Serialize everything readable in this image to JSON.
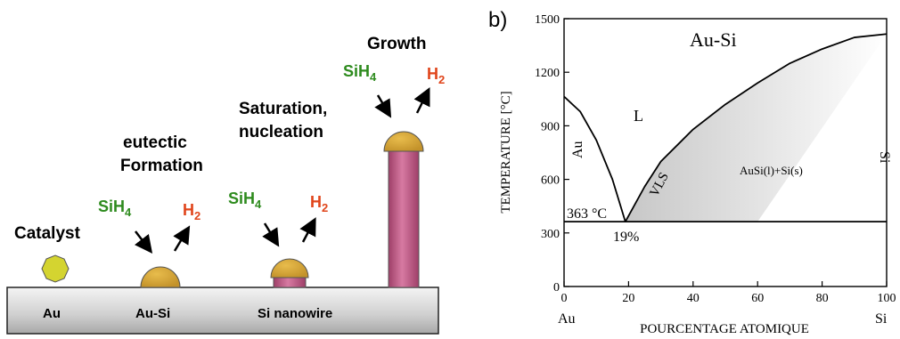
{
  "left": {
    "stage1": {
      "label": "Catalyst",
      "base": "Au"
    },
    "stage2": {
      "label_line1": "eutectic",
      "label_line2": "Formation",
      "base": "Au-Si",
      "gas_in": "SiH",
      "gas_in_sub": "4",
      "gas_out": "H",
      "gas_out_sub": "2"
    },
    "stage3": {
      "label_line1": "Saturation,",
      "label_line2": "nucleation",
      "base": "Si nanowire",
      "gas_in": "SiH",
      "gas_in_sub": "4",
      "gas_out": "H",
      "gas_out_sub": "2"
    },
    "stage4": {
      "label": "Growth",
      "gas_in": "SiH",
      "gas_in_sub": "4",
      "gas_out": "H",
      "gas_out_sub": "2"
    },
    "colors": {
      "gas_in": "#2e8b1e",
      "gas_out": "#e0451b",
      "droplet": "#d4a434",
      "catalyst": "#d4d430",
      "nanowire": "#c9608a"
    }
  },
  "right": {
    "panel_label": "b)",
    "chart_data": {
      "type": "line",
      "title": "Au-Si",
      "xlabel": "POURCENTAGE ATOMIQUE",
      "ylabel": "TEMPERATURE [°C]",
      "xlim": [
        0,
        100
      ],
      "ylim": [
        0,
        1500
      ],
      "xticks": [
        "0",
        "20",
        "40",
        "60",
        "80",
        "100"
      ],
      "yticks": [
        "0",
        "300",
        "600",
        "900",
        "1200",
        "1500"
      ],
      "x_end_labels": {
        "left": "Au",
        "right": "Si"
      },
      "series": [
        {
          "x": [
            0,
            5,
            10,
            15,
            19
          ],
          "y": [
            1064,
            980,
            820,
            600,
            363
          ]
        },
        {
          "x": [
            19,
            25,
            30,
            40,
            50,
            60,
            70,
            80,
            90,
            100
          ],
          "y": [
            363,
            560,
            700,
            880,
            1020,
            1140,
            1250,
            1330,
            1395,
            1414
          ]
        },
        {
          "x": [
            0,
            100
          ],
          "y": [
            363,
            363
          ]
        }
      ],
      "annotations": {
        "liquid": "L",
        "au_region": "Au",
        "si_region": "Si",
        "vls": "VLS",
        "two_phase": "AuSi(l)+Si(s)",
        "eutectic_temp": "363 °C",
        "eutectic_comp": "19%"
      }
    }
  }
}
